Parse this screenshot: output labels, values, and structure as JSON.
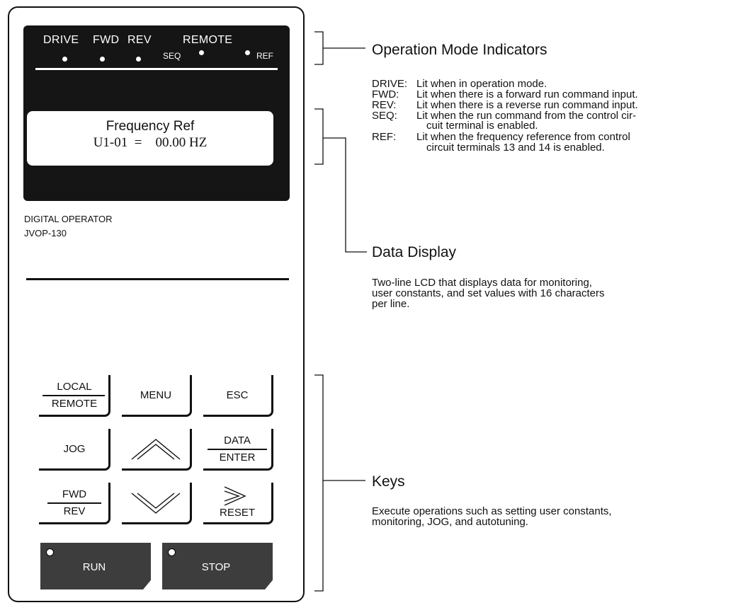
{
  "device": {
    "indicators": {
      "drive": "DRIVE",
      "fwd": "FWD",
      "rev": "REV",
      "remote": "REMOTE",
      "seq": "SEQ",
      "ref": "REF"
    },
    "lcd": {
      "line1": "Frequency Ref",
      "line2": "U1-01  =    00.00 HZ"
    },
    "model_line1": "DIGITAL  OPERATOR",
    "model_line2": "JVOP-130",
    "keys": {
      "local_top": "LOCAL",
      "local_bottom": "REMOTE",
      "menu": "MENU",
      "esc": "ESC",
      "jog": "JOG",
      "data_top": "DATA",
      "data_bottom": "ENTER",
      "fwd_top": "FWD",
      "fwd_bottom": "REV",
      "reset": "RESET",
      "run": "RUN",
      "stop": "STOP"
    }
  },
  "annotations": {
    "operation_mode": {
      "title": "Operation Mode Indicators",
      "items": [
        {
          "key": "DRIVE:",
          "lines": [
            "Lit when in operation mode."
          ]
        },
        {
          "key": "FWD:",
          "lines": [
            "Lit when there is a forward run command input."
          ]
        },
        {
          "key": "REV:",
          "lines": [
            "Lit when there is a reverse run command input."
          ]
        },
        {
          "key": "SEQ:",
          "lines": [
            "Lit when the run command from the control cir-",
            "cuit terminal is enabled."
          ]
        },
        {
          "key": "REF:",
          "lines": [
            "Lit when the frequency reference from control",
            "circuit terminals 13 and 14 is enabled."
          ]
        }
      ]
    },
    "data_display": {
      "title": "Data Display",
      "lines": [
        "Two-line LCD that displays data for monitoring,",
        "user constants, and set values with 16 characters",
        "per line."
      ]
    },
    "keys": {
      "title": "Keys",
      "lines": [
        "Execute operations such as setting user constants,",
        "monitoring, JOG, and autotuning."
      ]
    }
  }
}
